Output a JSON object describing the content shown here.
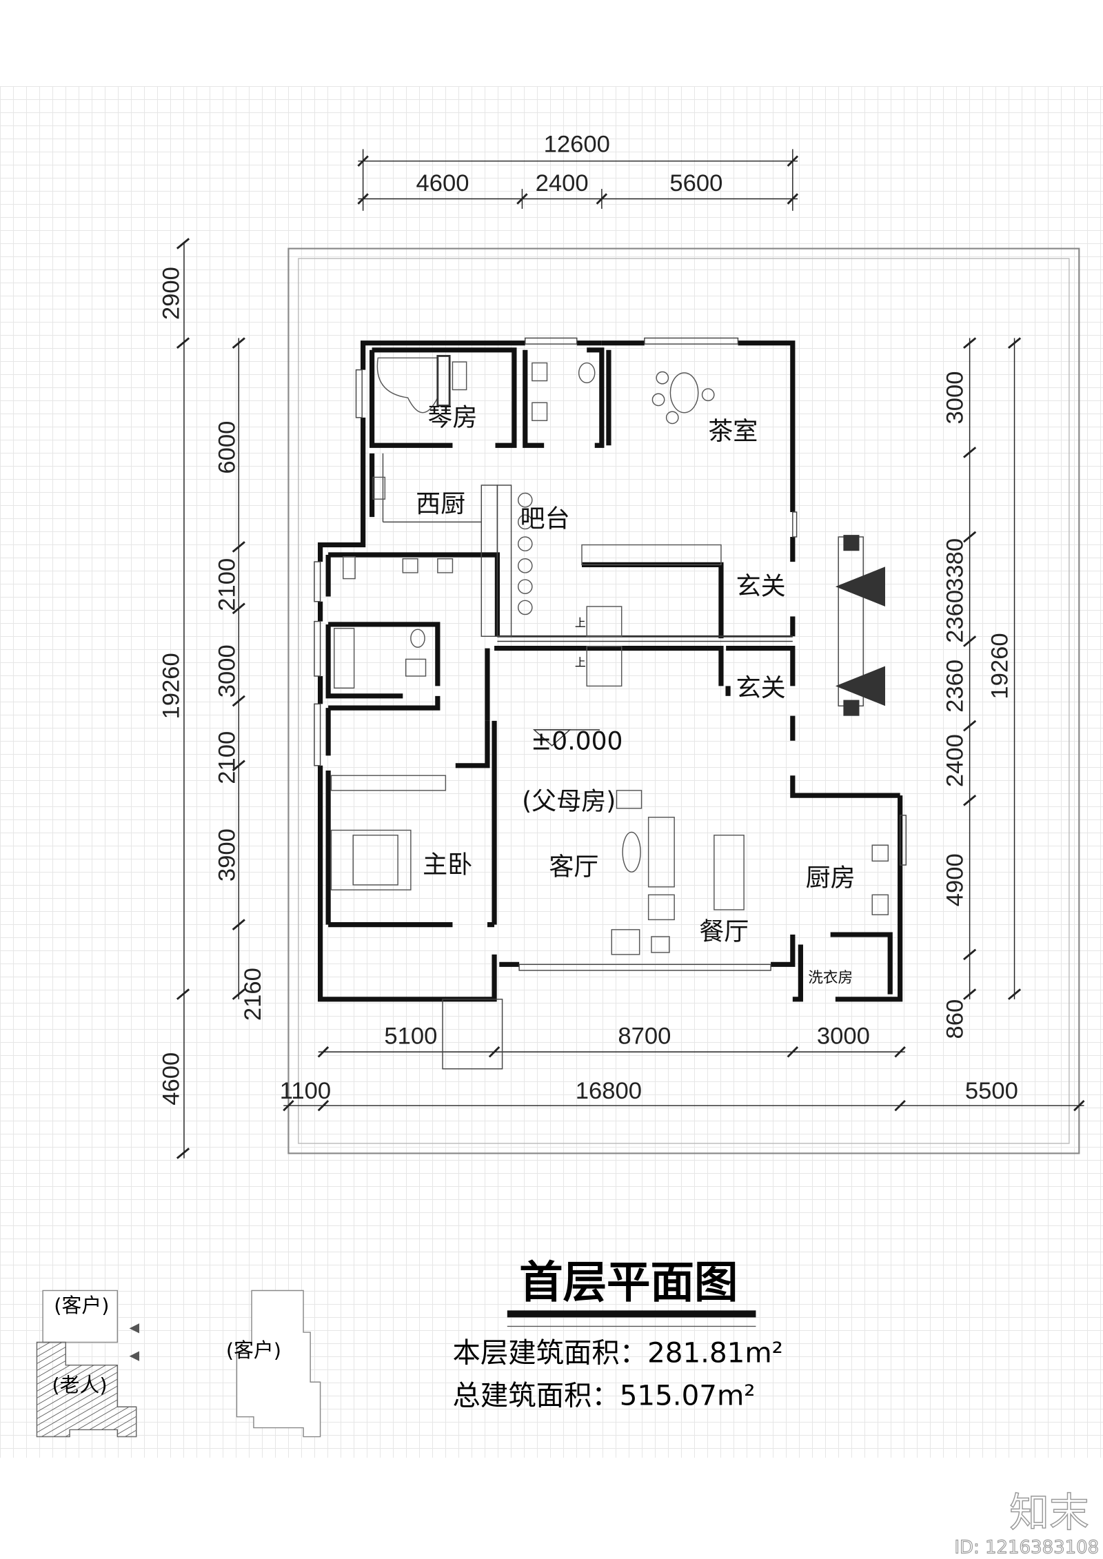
{
  "drawing": {
    "title": "首层平面图",
    "floor_area": "本层建筑面积：281.81m²",
    "total_area": "总建筑面积：515.07m²",
    "elevation": "±0.000"
  },
  "rooms": {
    "piano_room": "琴房",
    "tea_room": "茶室",
    "western_kitchen": "西厨",
    "bar": "吧台",
    "entrance_1": "玄关",
    "entrance_2": "玄关",
    "parents_room": "(父母房)",
    "master_bedroom": "主卧",
    "living_room": "客厅",
    "kitchen": "厨房",
    "dining_room": "餐厅",
    "laundry": "洗衣房",
    "stair_up_1": "上",
    "stair_up_2": "上"
  },
  "dimensions": {
    "top_total": "12600",
    "top_segments": [
      "4600",
      "2400",
      "5600"
    ],
    "left_outer": [
      "2900",
      "19260",
      "4600"
    ],
    "left_inner": [
      "6000",
      "2100",
      "3000",
      "2100",
      "3900",
      "2160"
    ],
    "right_inner": [
      "3000",
      "3380",
      "2360",
      "2360",
      "2400",
      "4900",
      "860"
    ],
    "right_outer": "19260",
    "bottom_inner": [
      "5100",
      "8700",
      "3000"
    ],
    "bottom_outer": [
      "1100",
      "16800",
      "5500"
    ]
  },
  "key_plans": {
    "left_upper": "(客户)",
    "left_lower": "(老人)",
    "right": "(客户)"
  },
  "watermark": {
    "brand": "知末",
    "id": "ID: 1216383108"
  }
}
